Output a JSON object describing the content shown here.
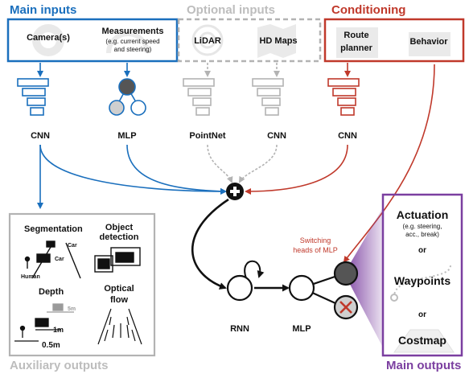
{
  "headers": {
    "main_inputs": "Main inputs",
    "optional_inputs": "Optional inputs",
    "conditioning": "Conditioning",
    "auxiliary_outputs": "Auxiliary outputs",
    "main_outputs": "Main outputs"
  },
  "inputs": {
    "cameras": "Camera(s)",
    "measurements": "Measurements",
    "measurements_note_1": "(e.g. current speed",
    "measurements_note_2": "and steering)",
    "lidar": "LiDAR",
    "hd_maps": "HD Maps",
    "route_planner_1": "Route",
    "route_planner_2": "planner",
    "behavior": "Behavior"
  },
  "encoders": {
    "cnn_camera": "CNN",
    "mlp": "MLP",
    "pointnet": "PointNet",
    "cnn_maps": "CNN",
    "cnn_conditioning": "CNN"
  },
  "core": {
    "rnn": "RNN",
    "mlp": "MLP",
    "switching_1": "Switching",
    "switching_2": "heads of MLP"
  },
  "auxiliary": {
    "segmentation": "Segmentation",
    "car_1": "Car",
    "car_2": "Car",
    "human": "Human",
    "object_1": "Object",
    "object_2": "detection",
    "depth": "Depth",
    "d5": "5m",
    "d1": "1m",
    "d05": "0.5m",
    "optical_1": "Optical",
    "optical_2": "flow"
  },
  "outputs": {
    "actuation": "Actuation",
    "actuation_note_1": "(e.g. steering,",
    "actuation_note_2": "acc., break)",
    "or_1": "or",
    "waypoints": "Waypoints",
    "or_2": "or",
    "costmap": "Costmap"
  },
  "colors": {
    "blue": "#1a6fbd",
    "gray": "#b3b3b3",
    "red": "#c0392b",
    "purple": "#7b3fa0",
    "dark": "#111111",
    "head_fill": "#555555"
  }
}
